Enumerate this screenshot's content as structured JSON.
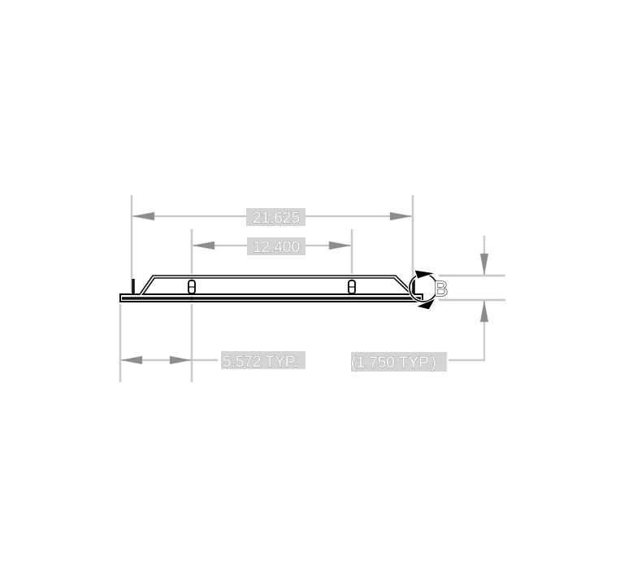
{
  "drawing": {
    "type": "technical-drawing",
    "units": "inches",
    "dimensions": {
      "overall_length": "21.625",
      "hole_spacing": "12.400",
      "edge_to_hole": "5.572 TYP.",
      "height": "(1.750 TYP.)"
    },
    "detail_callout": {
      "label": "B"
    },
    "colors": {
      "background": "#ffffff",
      "dimension_lines": "#a8a8a8",
      "part_lines": "#000000"
    }
  }
}
